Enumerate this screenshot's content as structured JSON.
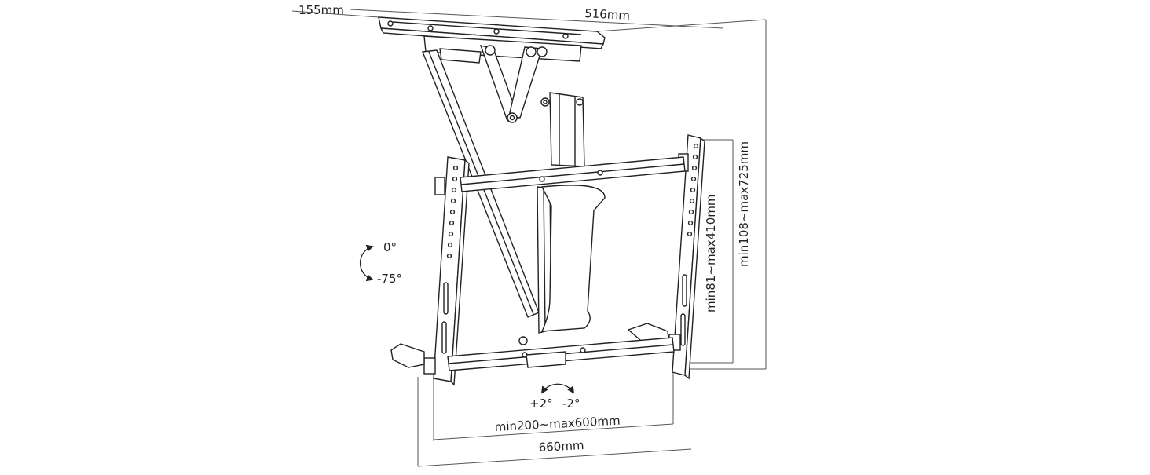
{
  "diagram": {
    "dimensions": {
      "depth": "155mm",
      "top_width": "516mm",
      "overall_height": "min108~max725mm",
      "vesa_vertical": "min81~max410mm",
      "vesa_horizontal": "min200~max600mm",
      "overall_width": "660mm"
    },
    "tilt": {
      "up": "0°",
      "down": "-75°"
    },
    "swivel": {
      "left": "+2°",
      "right": "-2°"
    },
    "colors": {
      "line": "#222222",
      "dim_line": "#555555",
      "background": "#ffffff"
    }
  }
}
